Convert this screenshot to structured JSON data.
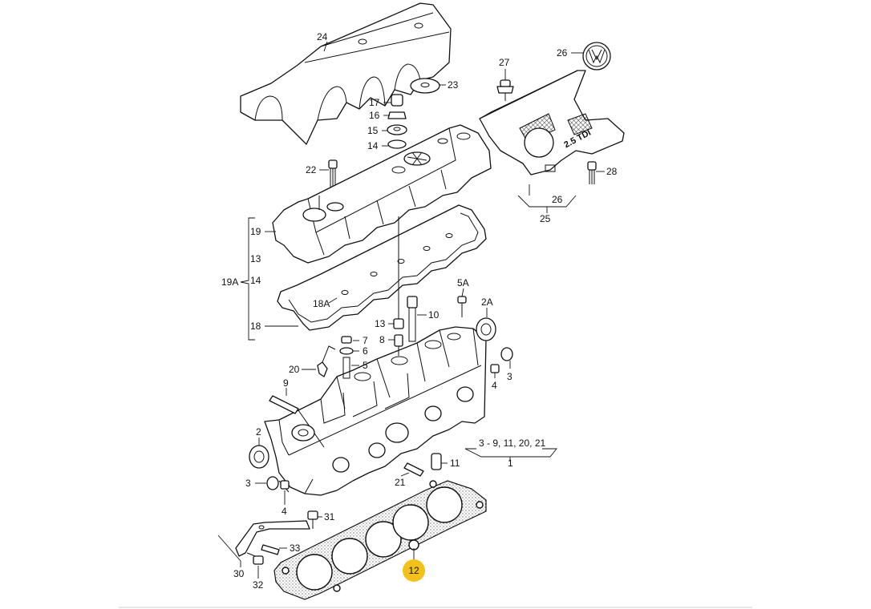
{
  "labels": {
    "l24": "24",
    "l23": "23",
    "l17": "17",
    "l16": "16",
    "l15": "15",
    "l14": "14",
    "l22": "22",
    "l27": "27",
    "l26_top": "26",
    "l28": "28",
    "l26_bracket": "26",
    "l25": "25",
    "l19": "19",
    "l13_left": "13",
    "l19A": "19A",
    "l14_left": "14",
    "l18A": "18A",
    "l18": "18",
    "l5A": "5A",
    "l2A": "2A",
    "l10": "10",
    "l13": "13",
    "l8": "8",
    "l7": "7",
    "l6": "6",
    "l5": "5",
    "l20": "20",
    "l9": "9",
    "l3_right": "3",
    "l4_right": "4",
    "l3to21": "3 - 9, 11, 20, 21",
    "l1": "1",
    "l2": "2",
    "l11": "11",
    "l21": "21",
    "l3_left": "3",
    "l4_left": "4",
    "l31": "31",
    "l33": "33",
    "l30": "30",
    "l32": "32"
  },
  "badge_text": "2.5 TDI",
  "highlight": {
    "label": "12",
    "color": "#f2c21b"
  },
  "colors": {
    "ink": "#111111",
    "background": "#ffffff",
    "footer_rule": "#cfcfcf"
  },
  "icons": {
    "brand_emblem": "vw-logo-icon"
  }
}
